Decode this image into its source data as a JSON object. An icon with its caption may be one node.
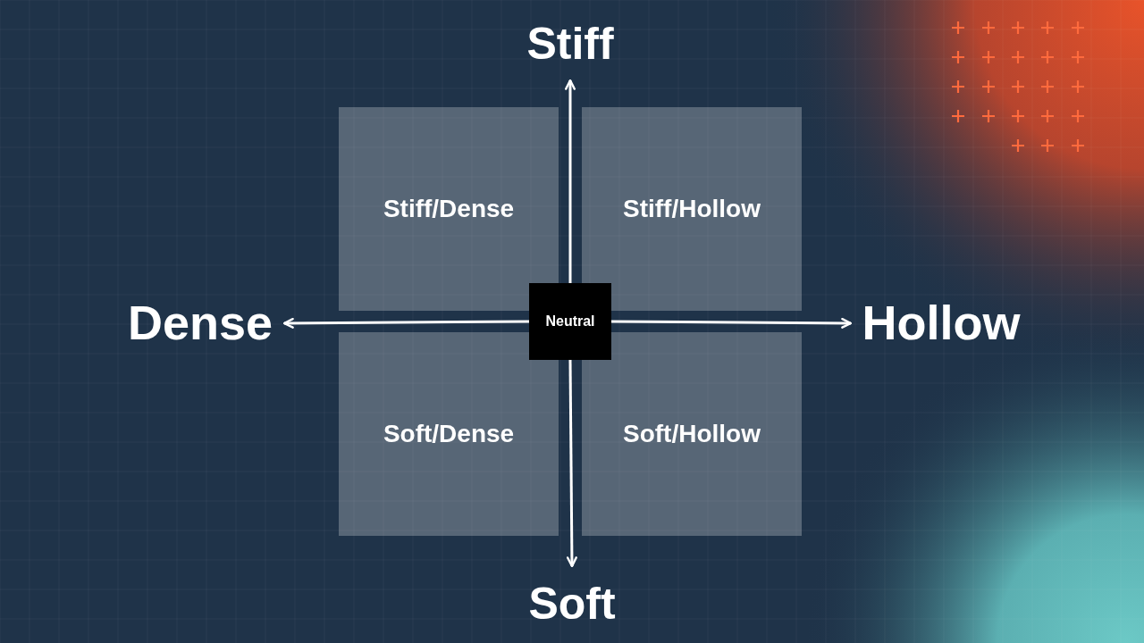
{
  "diagram": {
    "nodes": [
      {
        "text": [
          "Stiff"
        ]
      },
      {
        "text": [
          "Stiff/Dense"
        ]
      },
      {
        "text": [
          "Stiff/Hollow"
        ]
      },
      {
        "text": [
          "Dense"
        ]
      },
      {
        "text": [
          "Neutral"
        ]
      },
      {
        "text": [
          "Hollow"
        ]
      },
      {
        "text": [
          "Soft/Dense"
        ]
      },
      {
        "text": [
          "Soft/Hollow"
        ]
      },
      {
        "text": [
          "Soft"
        ]
      }
    ],
    "edges": [
      {
        "from": 4,
        "to": 0,
        "arrow": "to"
      },
      {
        "from": 4,
        "to": 3,
        "arrow": "to"
      },
      {
        "from": 4,
        "to": 5,
        "arrow": "to"
      },
      {
        "from": 4,
        "to": 8,
        "arrow": "to"
      }
    ]
  }
}
